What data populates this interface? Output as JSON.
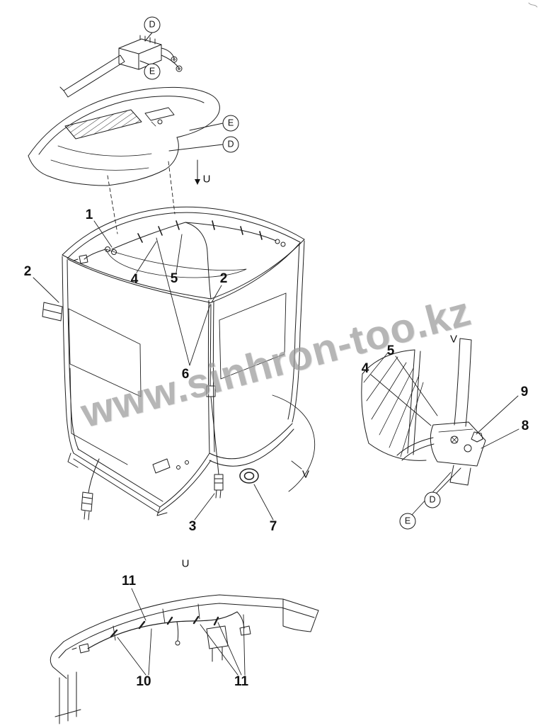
{
  "watermark": {
    "text": "www.sinhron-too.kz"
  },
  "view_labels": {
    "u_top": "U",
    "v_main": "V",
    "v_detail": "V",
    "u_bottom": "U"
  },
  "balloon_labels": {
    "d_top": "D",
    "e_top": "E",
    "e_roof": "E",
    "d_roof": "D",
    "d_detail": "D",
    "e_detail": "E"
  },
  "part_numbers": {
    "n1": "1",
    "n2_left": "2",
    "n2_right": "2",
    "n3": "3",
    "n4": "4",
    "n4_detail": "4",
    "n5": "5",
    "n5_detail": "5",
    "n6": "6",
    "n7": "7",
    "n8": "8",
    "n9": "9",
    "n10": "10",
    "n11_top": "11",
    "n11_bottom": "11"
  }
}
